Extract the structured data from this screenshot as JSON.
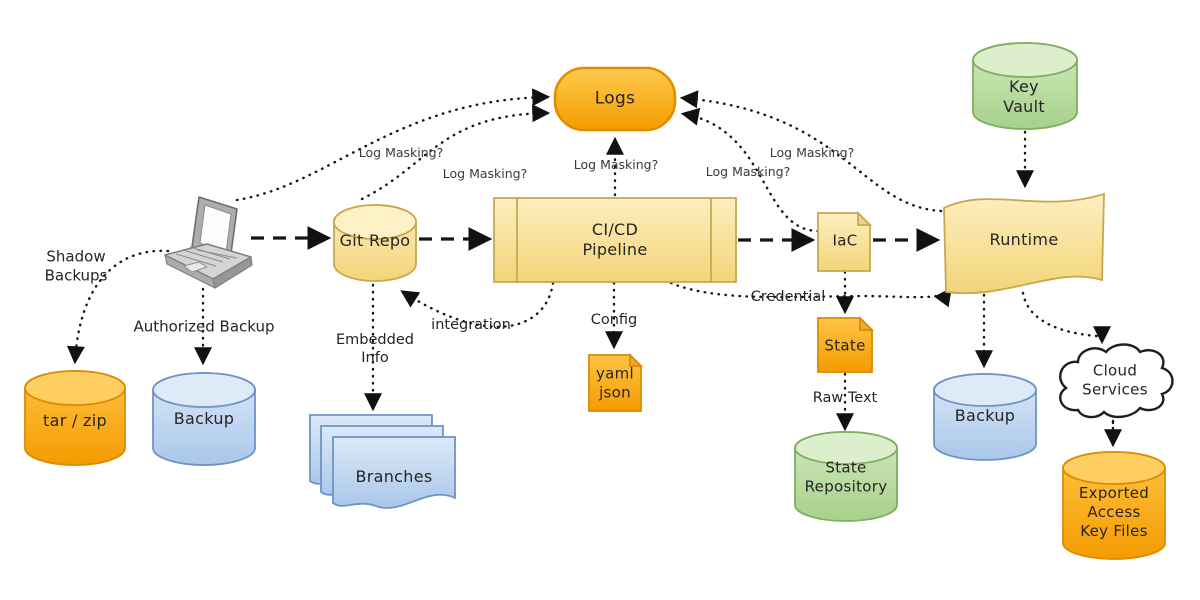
{
  "diagram_type": "devops-secrets-flow",
  "nodes": {
    "logs": {
      "lines": [
        "Logs"
      ]
    },
    "key_vault": {
      "lines": [
        "Key",
        "Vault"
      ]
    },
    "git_repo": {
      "lines": [
        "Git Repo"
      ]
    },
    "cicd_pipeline": {
      "lines": [
        "CI/CD",
        "Pipeline"
      ]
    },
    "iac": {
      "lines": [
        "IaC"
      ]
    },
    "runtime": {
      "lines": [
        "Runtime"
      ]
    },
    "tar_zip": {
      "lines": [
        "tar / zip"
      ]
    },
    "backup_left": {
      "lines": [
        "Backup"
      ]
    },
    "branches": {
      "lines": [
        "Branches"
      ]
    },
    "yaml_json": {
      "lines": [
        "yaml",
        "json"
      ]
    },
    "state": {
      "lines": [
        "State"
      ]
    },
    "state_repository": {
      "lines": [
        "State",
        "Repository"
      ]
    },
    "backup_right": {
      "lines": [
        "Backup"
      ]
    },
    "cloud_services": {
      "lines": [
        "Cloud",
        "Services"
      ]
    },
    "exported_access_key_files": {
      "lines": [
        "Exported",
        "Access",
        "Key Files"
      ]
    }
  },
  "edge_labels": {
    "shadow_backups": {
      "lines": [
        "Shadow",
        "Backups"
      ]
    },
    "authorized_backup": "Authorized Backup",
    "embedded_info": {
      "lines": [
        "Embedded",
        "Info"
      ]
    },
    "integration": "integration",
    "config": "Config",
    "credential": "Credential",
    "raw_text": "Raw Text",
    "log_masking": "Log Masking?"
  },
  "colors": {
    "orange_fill": "#F9A109",
    "orange_light": "#FFC445",
    "orange_border": "#DB8C00",
    "yellow_fill": "#F5D77B",
    "yellow_light": "#FCEFC0",
    "yellow_border": "#C9A74F",
    "blue_fill": "#A9C7EA",
    "blue_light": "#DCE9F8",
    "blue_border": "#6E93C4",
    "green_fill": "#A7D18C",
    "green_light": "#D2E9BE",
    "green_border": "#7FAE5F",
    "ink": "#1A1A1A"
  }
}
